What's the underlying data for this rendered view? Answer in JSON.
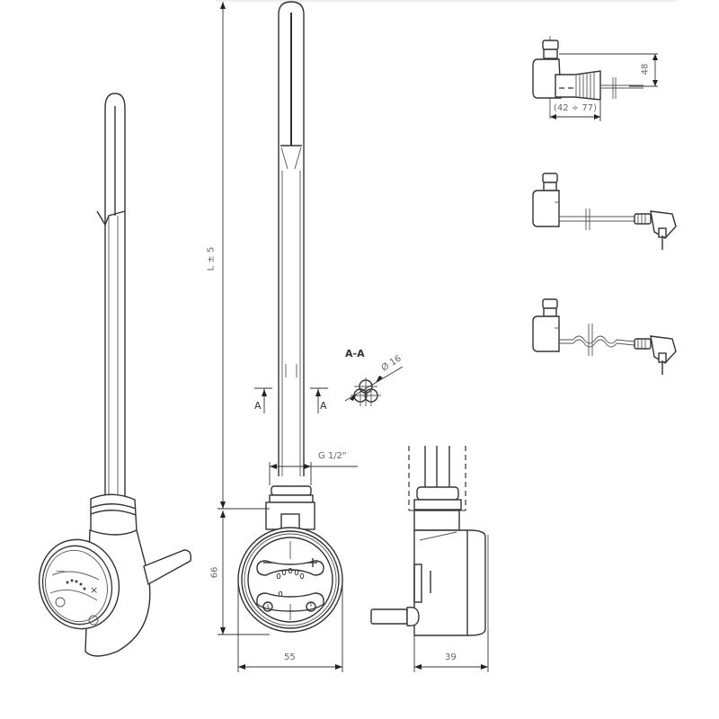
{
  "drawing": {
    "title": "Electric heating element with thermostat – dimension drawing",
    "views": [
      "isometric-view",
      "front-view",
      "side-view",
      "section-a-a",
      "installation-detail",
      "cable-straight-plug",
      "cable-coiled-plug"
    ]
  },
  "dimensions": {
    "length": "L ± 5",
    "head_height": "66",
    "head_width": "55",
    "head_depth": "39",
    "thread": "G 1/2\"",
    "section_label": "A-A",
    "section_marker_left": "A",
    "section_marker_right": "A",
    "diameter": "Ø 16",
    "install_height": "48",
    "install_range": "(42 ÷ 77)"
  },
  "controls": {
    "minus": "−",
    "plus": "+",
    "led_count": 5,
    "timer_icon": "clock-icon",
    "power_icon": "power-icon"
  },
  "colors": {
    "line": "#333333",
    "dim_text": "#666666",
    "background": "#ffffff"
  }
}
